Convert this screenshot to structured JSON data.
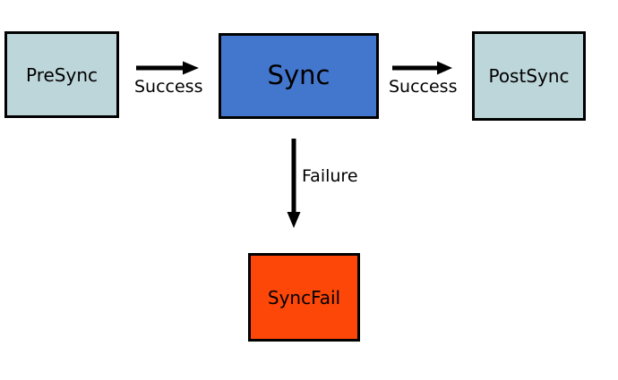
{
  "diagram": {
    "background": "#ffffff",
    "nodes": {
      "presync": {
        "label": "PreSync",
        "fill": "#bdd6da"
      },
      "sync": {
        "label": "Sync",
        "fill": "#4377cd"
      },
      "postsync": {
        "label": "PostSync",
        "fill": "#bdd6da"
      },
      "syncfail": {
        "label": "SyncFail",
        "fill": "#fc4708"
      }
    },
    "edges": {
      "presync_to_sync": {
        "from": "PreSync",
        "to": "Sync",
        "label": "Success"
      },
      "sync_to_postsync": {
        "from": "Sync",
        "to": "PostSync",
        "label": "Success"
      },
      "sync_to_syncfail": {
        "from": "Sync",
        "to": "SyncFail",
        "label": "Failure"
      }
    },
    "colors": {
      "border": "#000000",
      "arrow": "#000000",
      "text": "#000000"
    }
  }
}
